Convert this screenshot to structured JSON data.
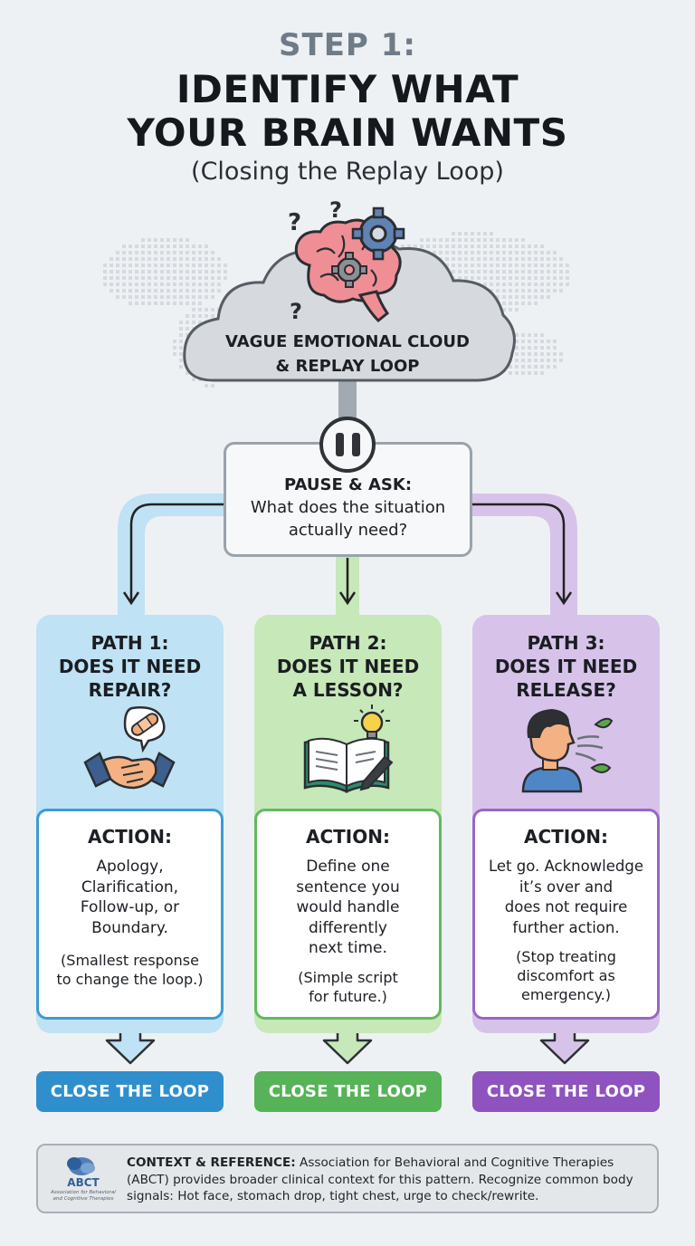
{
  "header": {
    "step": "STEP 1:",
    "title_line1": "IDENTIFY WHAT",
    "title_line2": "YOUR BRAIN WANTS",
    "subtitle": "(Closing the Replay Loop)"
  },
  "cloud": {
    "line1": "VAGUE EMOTIONAL CLOUD",
    "line2": "& REPLAY LOOP"
  },
  "ask": {
    "title": "PAUSE & ASK:",
    "line1": "What does the situation",
    "line2": "actually need?"
  },
  "paths": [
    {
      "title_line1": "PATH 1:",
      "title_line2": "DOES IT NEED",
      "title_line3": "REPAIR?",
      "icon": "handshake-bandage-icon",
      "action_head": "ACTION:",
      "action_lines": [
        "Apology,",
        "Clarification,",
        "Follow-up, or",
        "Boundary."
      ],
      "note_lines": [
        "(Smallest response",
        "to change the loop.)"
      ],
      "button": "CLOSE THE LOOP",
      "color": "#2f8fcd"
    },
    {
      "title_line1": "PATH 2:",
      "title_line2": "DOES IT NEED",
      "title_line3": "A LESSON?",
      "icon": "book-lightbulb-icon",
      "action_head": "ACTION:",
      "action_lines": [
        "Define one",
        "sentence you",
        "would handle",
        "differently",
        "next time."
      ],
      "note_lines": [
        "(Simple script",
        "for future.)"
      ],
      "button": "CLOSE THE LOOP",
      "color": "#56b357"
    },
    {
      "title_line1": "PATH 3:",
      "title_line2": "DOES IT NEED",
      "title_line3": "RELEASE?",
      "icon": "person-exhale-leaves-icon",
      "action_head": "ACTION:",
      "action_lines": [
        "Let go. Acknowledge",
        "it’s over and",
        "does not require",
        "further action."
      ],
      "note_lines": [
        "(Stop treating",
        "discomfort as",
        "emergency.)"
      ],
      "button": "CLOSE THE LOOP",
      "color": "#8e53bf"
    }
  ],
  "footer": {
    "logo_text": "ABCT",
    "logo_subtext_line1": "Association for Behavioral",
    "logo_subtext_line2": "and Cognitive Therapies",
    "label": "CONTEXT & REFERENCE:",
    "text": " Association for Behavioral and Cognitive Therapies (ABCT) provides broader clinical context for this pattern. Recognize common body signals: Hot face, stomach drop, tight chest, urge to check/rewrite."
  },
  "colors": {
    "path1": "#2f8fcd",
    "path2": "#56b357",
    "path3": "#8e53bf",
    "path1_light": "#bfe2f4",
    "path2_light": "#c7e8b8",
    "path3_light": "#d7c3ea"
  }
}
